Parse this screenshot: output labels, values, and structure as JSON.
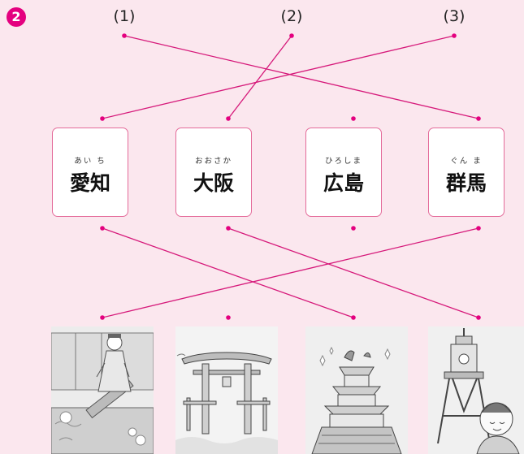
{
  "badge": "2",
  "numbers": [
    "(1)",
    "(2)",
    "(3)"
  ],
  "cards": [
    {
      "ruby": "あい ち",
      "kanji": "愛知"
    },
    {
      "ruby": "おおさか",
      "kanji": "大阪"
    },
    {
      "ruby": "ひろしま",
      "kanji": "広島"
    },
    {
      "ruby": "ぐん ま",
      "kanji": "群馬"
    }
  ],
  "pictures": [
    {
      "icon": "washi-paper-making-icon"
    },
    {
      "icon": "itsukushima-torii-icon"
    },
    {
      "icon": "osaka-castle-icon"
    },
    {
      "icon": "tsutenkaku-tower-icon"
    }
  ],
  "accent": "#e4007f",
  "line_color": "#d6197a"
}
